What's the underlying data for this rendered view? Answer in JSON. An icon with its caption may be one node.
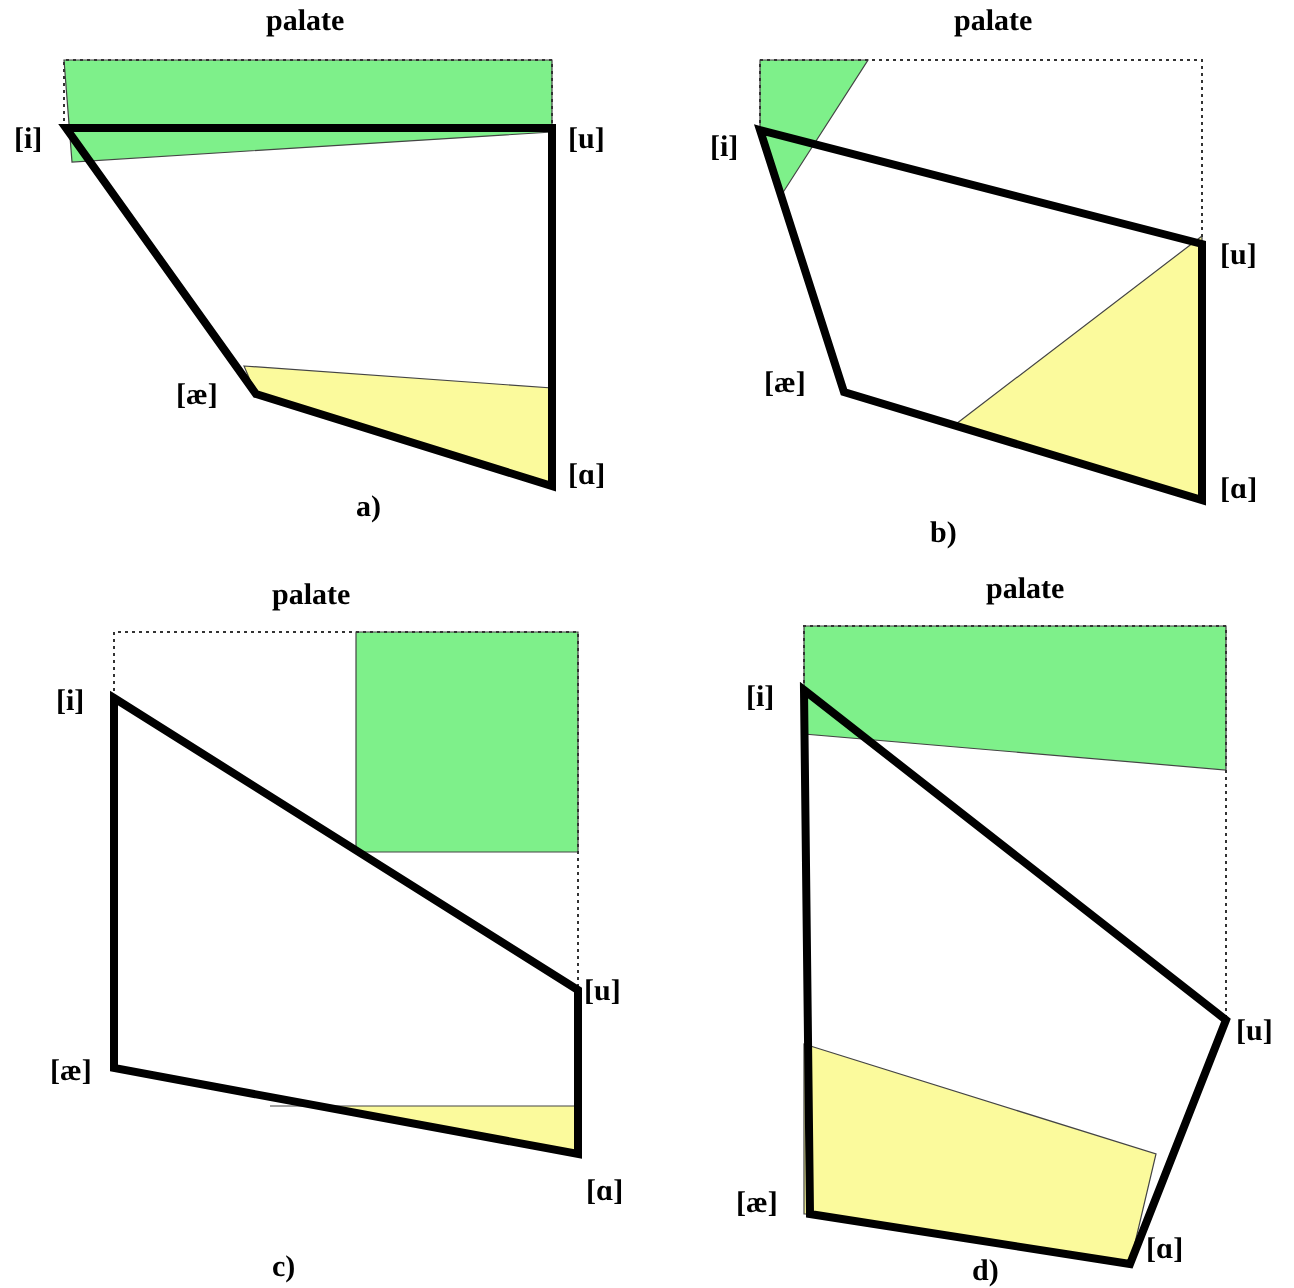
{
  "diagram": {
    "labels": [
      "palate",
      "[i]",
      "[u]",
      "[æ]",
      "[ɑ]",
      "a)",
      "palate",
      "[i]",
      "[u]",
      "[æ]",
      "[ɑ]",
      "b)",
      "palate",
      "[i]",
      "[u]",
      "[æ]",
      "[ɑ]",
      "c)",
      "palate",
      "[i]",
      "[u]",
      "[æ]",
      "[ɑ]",
      "d)"
    ]
  }
}
